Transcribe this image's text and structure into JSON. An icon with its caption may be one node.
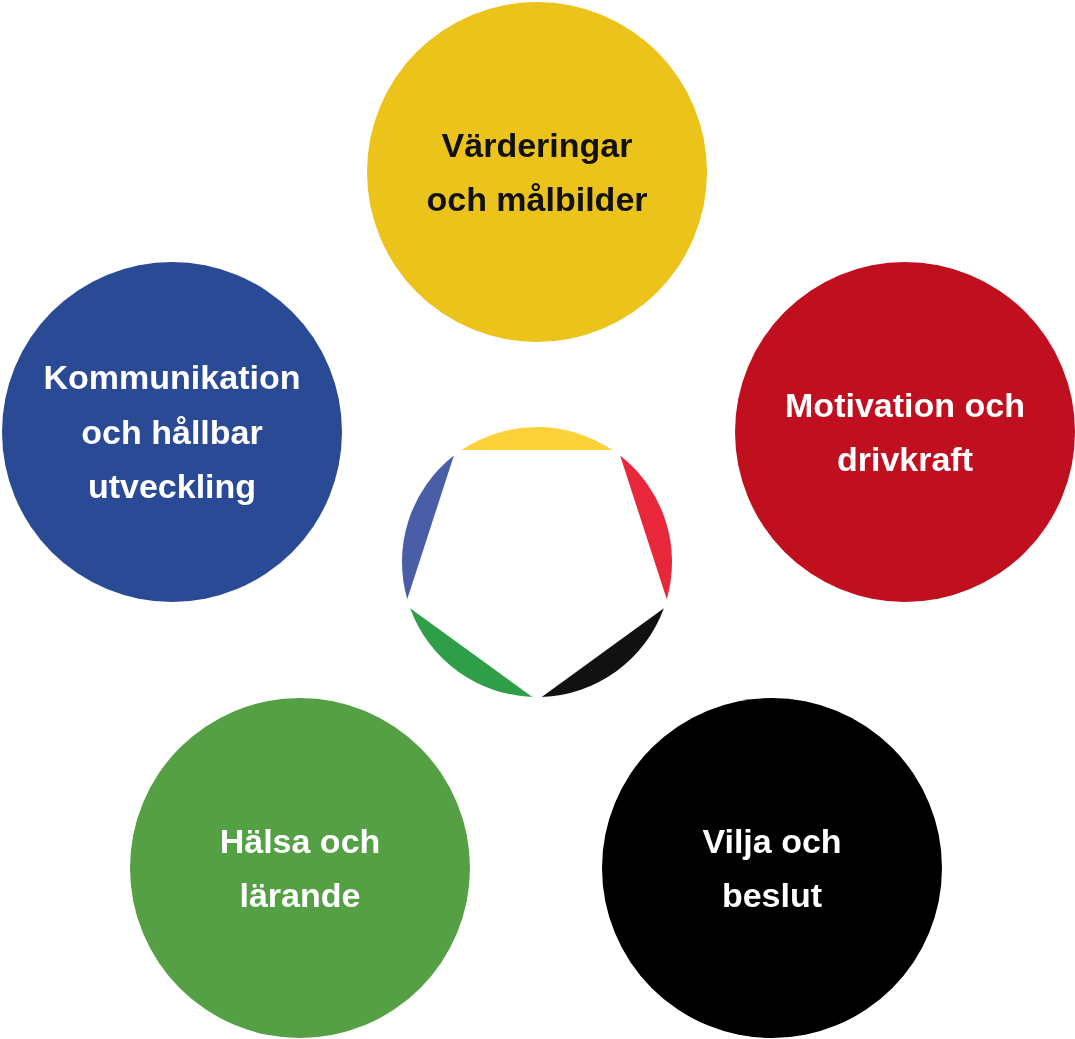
{
  "diagram": {
    "nodes": [
      {
        "text": [
          "Värderingar och målbilder"
        ]
      },
      {
        "text": [
          "Kommunikation och hållbar utveckling"
        ]
      },
      {
        "text": [
          "Motivation och drivkraft"
        ]
      },
      {
        "text": [
          "Hälsa och lärande"
        ]
      },
      {
        "text": [
          "Vilja och beslut"
        ]
      }
    ]
  }
}
